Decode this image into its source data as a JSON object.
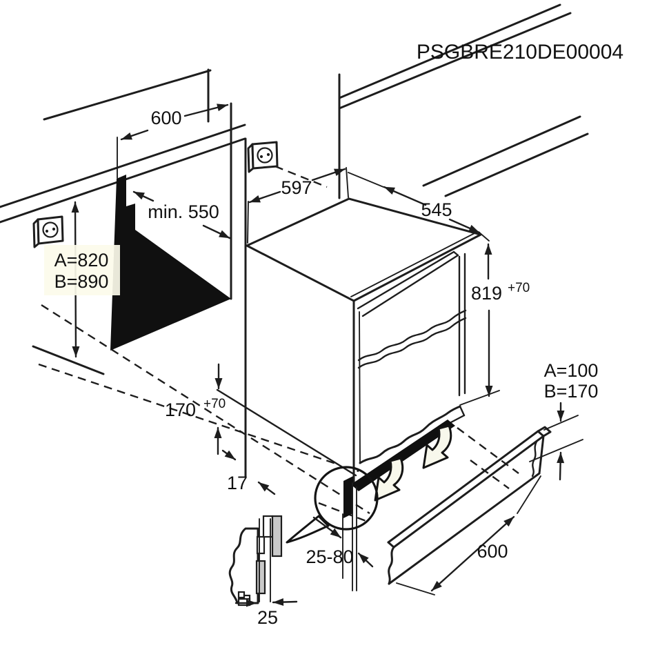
{
  "title": "PSGBRE210DE00004",
  "dims": {
    "niche_width": "600",
    "niche_depth": "min. 550",
    "cutout_width": "597",
    "appliance_depth": "545",
    "niche_height_a": "A=820",
    "niche_height_b": "B=890",
    "appliance_height": "819",
    "appliance_height_tol": "+70",
    "plinth_recess_height": "170",
    "plinth_recess_height_tol": "+70",
    "base_offset": "17",
    "plinth_height_a": "A=100",
    "plinth_height_b": "B=170",
    "plinth_setback": "25-80",
    "plinth_board_length": "600",
    "door_plinth_gap": "25"
  },
  "icons": {
    "wall_socket": "power-socket-icon",
    "niche_socket": "power-socket-icon",
    "mounting_arrows": "mounting-direction-arrow-icon"
  },
  "colors": {
    "line": "#1d1d1d",
    "shadow_black": "#101010",
    "plinth_gray": "#c9c9c9",
    "arrow_fill": "#f8f8ec",
    "label_highlight": "#fcfbea",
    "background": "#ffffff"
  }
}
